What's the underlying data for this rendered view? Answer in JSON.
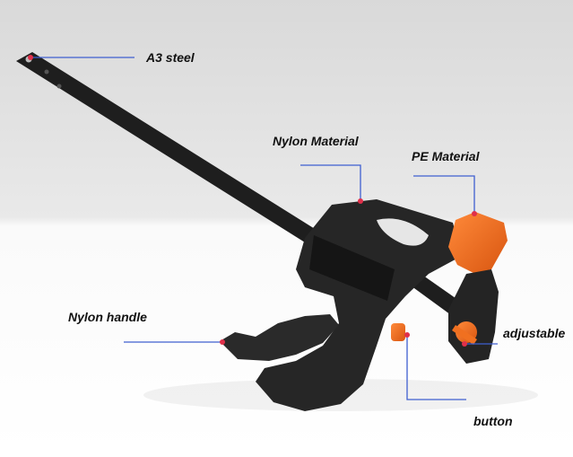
{
  "image": {
    "description_colors": {
      "background_top": "#e6e6e6",
      "background_bottom": "#ffffff",
      "clamp_body": "#222222",
      "accent_orange": "#f07020",
      "leader_line": "#3f5fd0",
      "marker_dot": "#e0304a"
    }
  },
  "annotations": {
    "a3_steel": "A3 steel",
    "nylon_material": "Nylon Material",
    "pe_material": "PE Material",
    "nylon_handle": "Nylon handle",
    "adjustable": "adjustable",
    "button": "button"
  }
}
